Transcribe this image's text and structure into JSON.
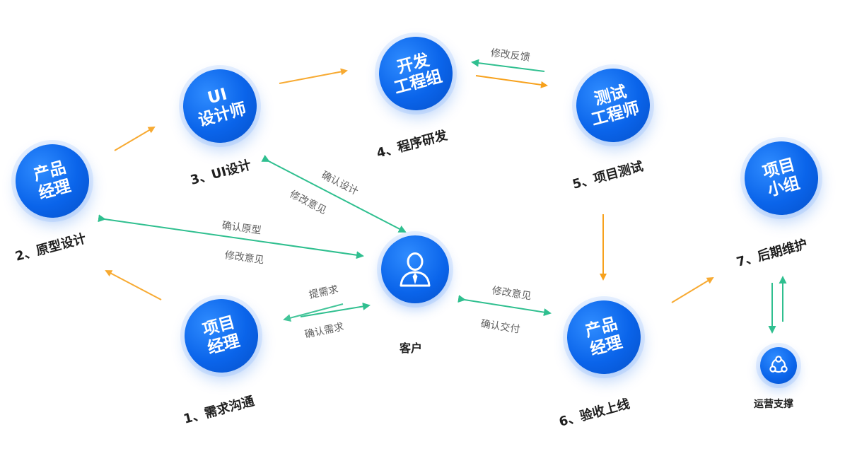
{
  "colors": {
    "node_blue": "#0a64ea",
    "arrow_orange": "#f7a11c",
    "arrow_green": "#2fbf8f"
  },
  "nodes": {
    "product_manager_left": "产品\n经理",
    "ui_designer": "UI\n设计师",
    "dev_engineers": "开发\n工程组",
    "test_engineers": "测试\n工程师",
    "project_team": "项目\n小组",
    "project_manager": "项目\n经理",
    "product_manager_right": "产品\n经理"
  },
  "steps": {
    "s1": "1、需求沟通",
    "s2": "2、原型设计",
    "s3": "3、UI设计",
    "s4": "4、程序研发",
    "s5": "5、项目测试",
    "s6": "6、验收上线",
    "s7": "7、后期维护"
  },
  "edges": {
    "feedback": "修改反馈",
    "confirm_design": "确认设计",
    "modify_opinion_ui": "修改意见",
    "confirm_prototype": "确认原型",
    "modify_opinion_proto": "修改意见",
    "raise_requirement": "提需求",
    "confirm_requirement": "确认需求",
    "modify_opinion_accept": "修改意见",
    "confirm_delivery": "确认交付"
  },
  "customer": {
    "label": "客户",
    "icon": "user-tie-icon"
  },
  "support": {
    "label": "运营支撑",
    "icon": "team-network-icon"
  }
}
